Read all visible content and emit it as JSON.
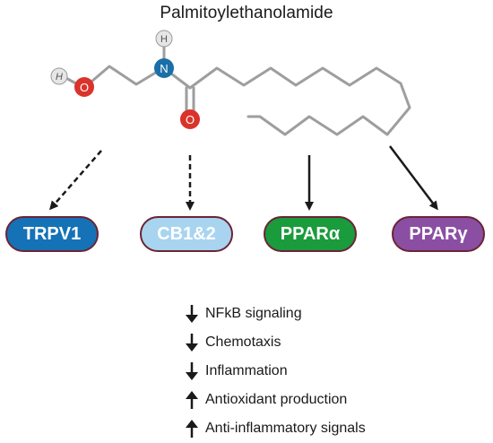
{
  "title": "Palmitoylethanolamide",
  "molecule": {
    "atoms": {
      "oxygen": "O",
      "hydrogen": "H",
      "nitrogen": "N"
    },
    "colors": {
      "oxygen": "#d9332b",
      "nitrogen": "#1b6fa8",
      "hydrogen": "#e6e6e6",
      "bond": "#9e9e9e"
    }
  },
  "receptors": [
    {
      "id": "trpv1",
      "label": "TRPV1",
      "color": "#1572b6",
      "text_color": "#ffffff",
      "arrow": "dashed"
    },
    {
      "id": "cb12",
      "label": "CB1&2",
      "color": "#a8d4ef",
      "text_color": "#ffffff",
      "arrow": "dashed"
    },
    {
      "id": "pparA",
      "label": "PPARα",
      "color": "#1a9b3c",
      "text_color": "#ffffff",
      "arrow": "solid"
    },
    {
      "id": "pparG",
      "label": "PPARγ",
      "color": "#8a4fa3",
      "text_color": "#ffffff",
      "arrow": "solid"
    }
  ],
  "effects": [
    {
      "direction": "down",
      "label": "NFkB signaling"
    },
    {
      "direction": "down",
      "label": "Chemotaxis"
    },
    {
      "direction": "down",
      "label": "Inflammation"
    },
    {
      "direction": "up",
      "label": "Antioxidant production"
    },
    {
      "direction": "up",
      "label": "Anti-inflammatory signals"
    }
  ]
}
